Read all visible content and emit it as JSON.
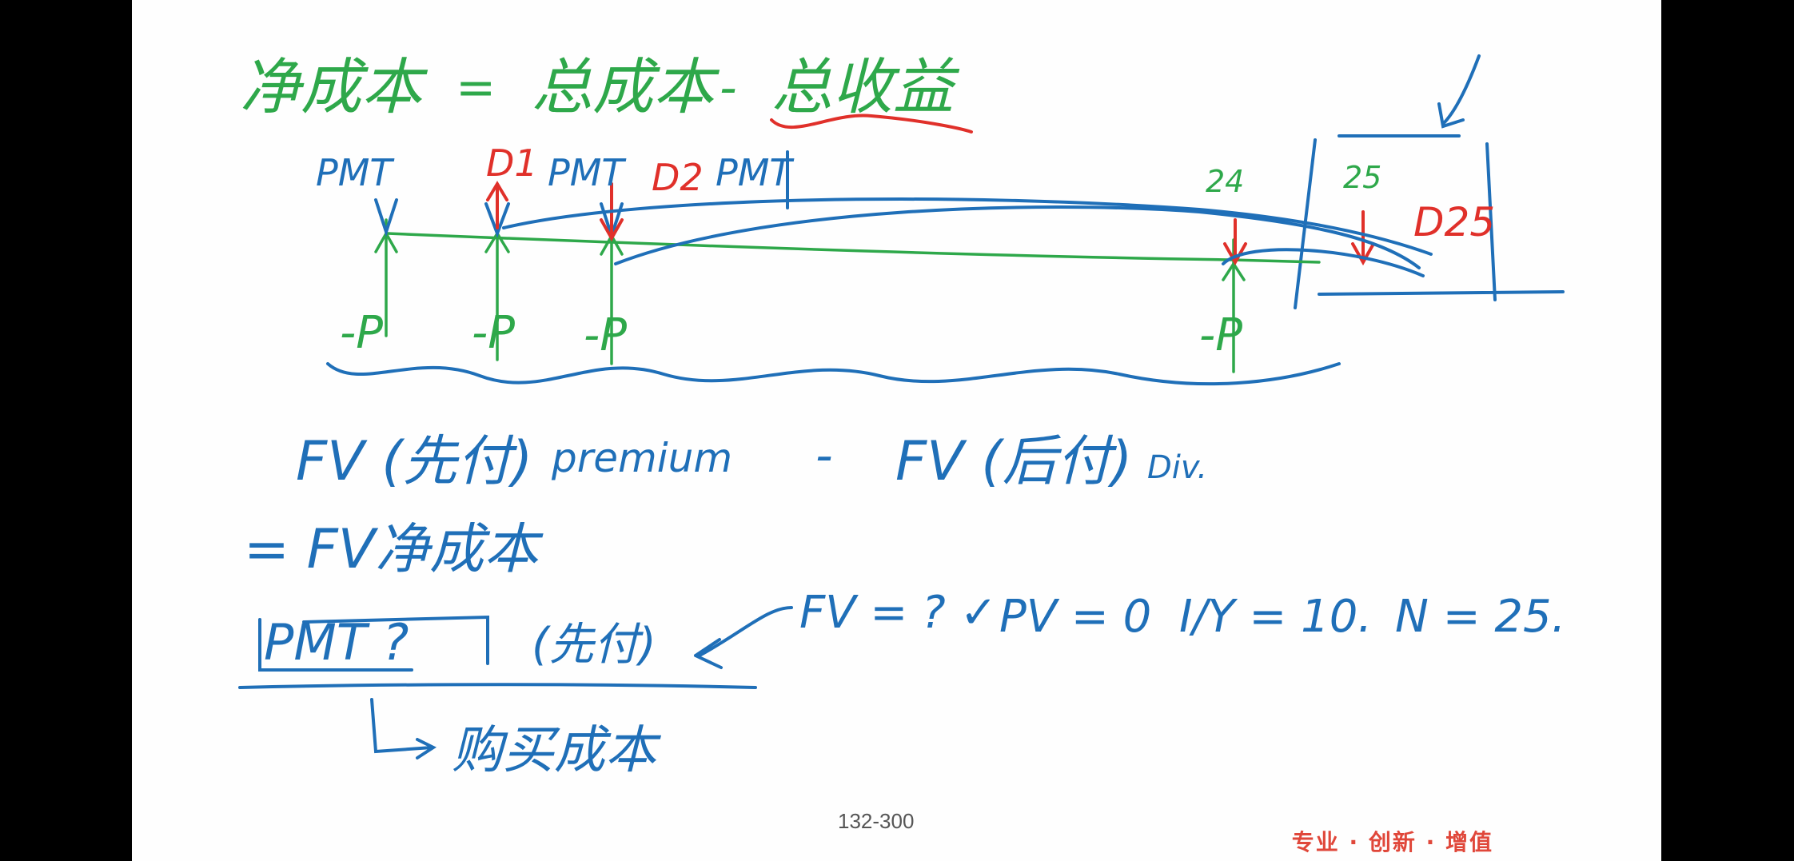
{
  "board": {
    "title": {
      "lhs": "净成本",
      "eq": "=",
      "term1": "总成本",
      "minus": "-",
      "term2": "总收益"
    },
    "timeline": {
      "top_labels": [
        "PMT",
        "D1",
        "PMT",
        "D2",
        "PMT",
        "24",
        "25",
        "D25"
      ],
      "bottom_labels": [
        "-P",
        "-P",
        "-P",
        "-P"
      ]
    },
    "formula1": {
      "fv1": "FV (先付)",
      "premium": "premium",
      "minus": "-",
      "fv2": "FV (后付)",
      "div": "Div."
    },
    "formula2": "= FV净成本",
    "pmt_question": "PMT ?",
    "annuity_due": "(先付)",
    "inputs": {
      "fv": "FV = ? ✓",
      "pv": "PV = 0",
      "iy": "I/Y = 10.",
      "n": "N = 25."
    },
    "result": "购买成本"
  },
  "footer": {
    "page": "132-300",
    "slogan": "专业 · 创新 · 增值"
  },
  "colors": {
    "green": "#2ea84a",
    "blue": "#1f6fb8",
    "red": "#e0302a"
  }
}
